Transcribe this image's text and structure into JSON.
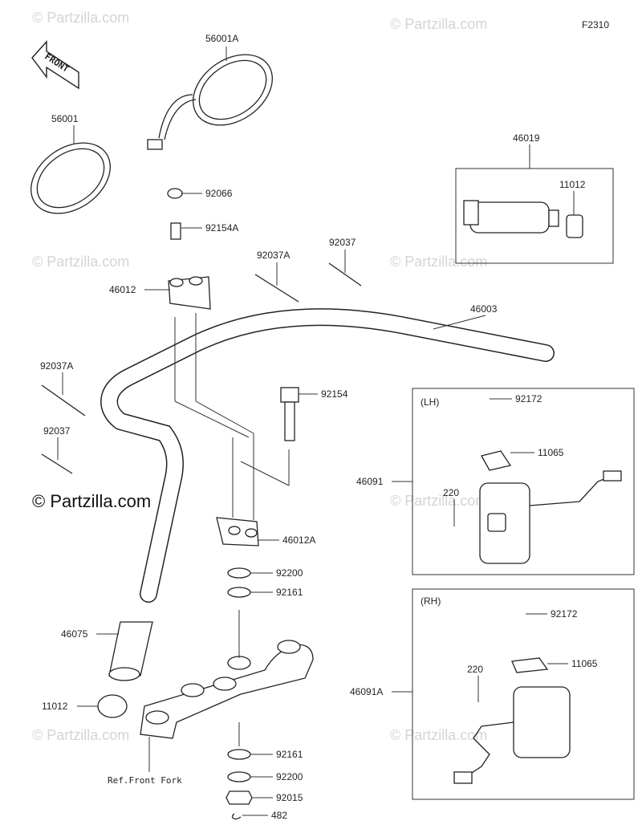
{
  "figure_code": "F2310",
  "front_label": "FRONT",
  "watermark": "© Partzilla.com",
  "main_watermark": "© Partzilla.com",
  "ref_label": "Ref.Front Fork",
  "groups": {
    "lh": "(LH)",
    "rh": "(RH)"
  },
  "parts": {
    "p56001A": "56001A",
    "p56001": "56001",
    "p92066": "92066",
    "p92154A": "92154A",
    "p46012": "46012",
    "p92037A_top": "92037A",
    "p92037_top": "92037",
    "p46019": "46019",
    "p11012_top": "11012",
    "p46003": "46003",
    "p92037A_left": "92037A",
    "p92037_left": "92037",
    "p92154": "92154",
    "p92172_lh": "92172",
    "p11065_lh": "11065",
    "p46091": "46091",
    "p220_lh": "220",
    "p46012A": "46012A",
    "p92200_top": "92200",
    "p92161_top": "92161",
    "p46075": "46075",
    "p11012_bottom": "11012",
    "p92172_rh": "92172",
    "p11065_rh": "11065",
    "p220_rh": "220",
    "p46091A": "46091A",
    "p92161_bottom": "92161",
    "p92200_bottom": "92200",
    "p92015": "92015",
    "p482": "482"
  }
}
